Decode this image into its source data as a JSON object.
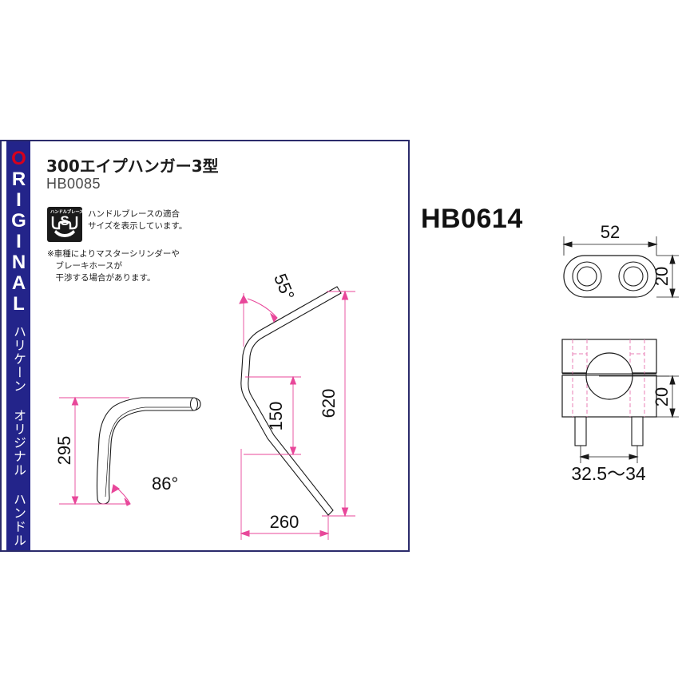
{
  "panel": {
    "sidebar": {
      "brand_en": "ORIGINAL",
      "brand_en_first": "O",
      "brand_en_rest": "RIGINAL",
      "brand_jp": "ハリケーン オリジナル ハンドル"
    },
    "product_title": "300エイプハンガー3型",
    "product_code": "HB0085",
    "badge": {
      "caption": "ハンドルブレース",
      "size_letter": "S",
      "note": "ハンドルブレースの適合\nサイズを表示しています。"
    },
    "warning_note": "※車種によりマスターシリンダーや\n　ブレーキホースが\n　干渉する場合があります。"
  },
  "right_title": "HB0614",
  "drawings": {
    "side_view": {
      "name": "handlebar-side-view",
      "dimensions": {
        "height": "295",
        "angle": "86°"
      }
    },
    "front_view": {
      "name": "handlebar-front-view",
      "dimensions": {
        "angle": "55°",
        "rise": "150",
        "total_width": "620",
        "pullback": "260"
      }
    },
    "clamp_top_view": {
      "name": "clamp-top-view",
      "dimensions": {
        "length": "52",
        "width": "20"
      }
    },
    "clamp_front_view": {
      "name": "clamp-front-view",
      "dimensions": {
        "height": "20",
        "bolt_spacing": "32.5〜34"
      }
    }
  },
  "colors": {
    "frame_blue": "#2b2b6b",
    "sidebar_blue": "#23248a",
    "accent_red": "#d6001c",
    "dimension_pink": "#e8479a",
    "line_black": "#1a1a1a",
    "hidden_line_pink": "#e87fb5"
  }
}
